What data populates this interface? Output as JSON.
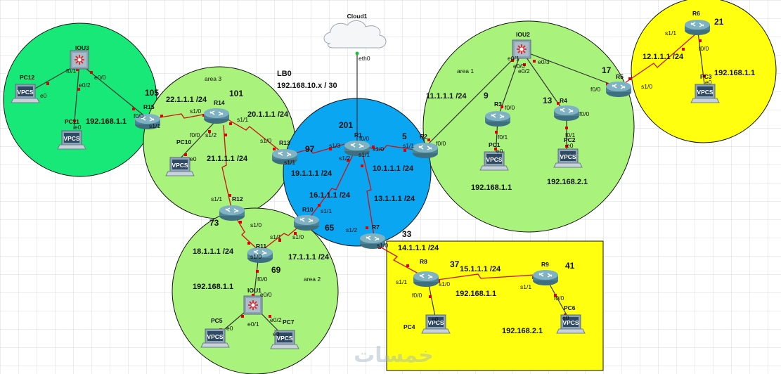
{
  "cloud": {
    "name": "Cloud1",
    "port": "eth0"
  },
  "lb0": {
    "title": "LB0",
    "subnet": "192.168.10.x / 30"
  },
  "areas": {
    "area1": "area 1",
    "area2": "area 2",
    "area3": "area 3"
  },
  "routers": {
    "R1": "R1",
    "R2": "R2",
    "R3": "R3",
    "R4": "R4",
    "R5": "R5",
    "R6": "R6",
    "R7": "R7",
    "R8": "R8",
    "R9": "R9",
    "R10": "R10",
    "R11": "R11",
    "R12": "R12",
    "R13": "R13",
    "R14": "R14",
    "R15": "R15"
  },
  "switches": {
    "IOU1": "IOU1",
    "IOU2": "IOU2",
    "IOU3": "IOU3"
  },
  "pcs": {
    "PC1": "PC1",
    "PC2": "PC2",
    "PC3": "PC3",
    "PC4": "PC4",
    "PC5": "PC5",
    "PC6": "PC6",
    "PC7": "PC7",
    "PC10": "PC10",
    "PC11": "PC11",
    "PC12": "PC12"
  },
  "vpcs_label": "VPCS",
  "subnets": {
    "n11": "11.1.1.1 /24",
    "n12": "12.1.1.1 /24",
    "n10": "10.1.1.1 /24",
    "n13": "13.1.1.1 /24",
    "n14": "14.1.1.1 /24",
    "n15": "15.1.1.1 /24",
    "n16": "16.1.1.1 /24",
    "n17": "17.1.1.1 /24",
    "n18": "18.1.1.1 /24",
    "n19": "19.1.1.1 /24",
    "n20": "20.1.1.1 /24",
    "n21": "21.1.1.1 /24",
    "n22": "22.1.1.1 /24"
  },
  "lans": {
    "iou3_lan": "192.168.1.1",
    "iou2_lan1": "192.168.1.1",
    "iou2_lan2": "192.168.2.1",
    "r6_lan": "192.168.1.1",
    "iou1_lan": "192.168.1.1",
    "r8_lan": "192.168.1.1",
    "r9_lan": "192.168.2.1"
  },
  "area_numbers": {
    "a105": "105",
    "a101": "101",
    "a201": "201",
    "a97": "97",
    "a5": "5",
    "a9": "9",
    "a13": "13",
    "a17": "17",
    "a21": "21",
    "a73": "73",
    "a65": "65",
    "a69": "69",
    "a33": "33",
    "a37": "37",
    "a41": "41"
  },
  "ports": {
    "iou3_f01": "f0/1",
    "iou3_e00": "e0/0",
    "iou3_e02": "e0/2",
    "pc12_e0": "e0",
    "pc11_e0": "e0",
    "r15_f00": "f0/0",
    "r15_s11": "s1/1",
    "r14_s10": "s1/0",
    "r14_s11": "s1/1",
    "r14_f00": "f0/0",
    "r14_s12": "s1/2",
    "pc10_e0": "e0",
    "r13_s10": "s1/0",
    "r13_s11": "s1/1",
    "r1_f00": "f0/0",
    "r1_s13": "s1/3",
    "r1_s12": "s1/2",
    "r1_s11": "s1/1",
    "r1_s10": "s1/0",
    "r2_s11": "s1/1",
    "r2_f00": "f0/0",
    "iou2_e01": "e0/1",
    "iou2_e00": "e0/0",
    "iou2_e02": "e0/2",
    "iou2_e03": "e0/3",
    "r3_f00": "f0/0",
    "r3_f01": "f0/1",
    "pc1_e0": "e0",
    "r4_f00": "f0/0",
    "r4_f01": "f0/1",
    "pc2_e0": "e0",
    "r5_f00": "f0/0",
    "r5_s10": "s1/0",
    "r6_s11": "s1/1",
    "r6_f00": "f0/0",
    "pc3_e0": "e0",
    "r12_s11": "s1/1",
    "r12_s10": "s1/0",
    "r10_s11": "s1/1",
    "r10_s10": "s1/0",
    "r11_s10": "s1/0",
    "r11_s11": "s1/1",
    "r11_f00": "f0/0",
    "iou1_e00": "e0/0",
    "iou1_e01": "e0/1",
    "iou1_e02": "e0/2",
    "pc5_e0": "e0",
    "pc7_e0": "e0",
    "r7_s12": "s1/2",
    "r7_s10": "s1/0",
    "r8_s11": "s1/1",
    "r8_s10": "s1/0",
    "r8_f00": "f0/0",
    "pc4_e0": "e0",
    "r9_s11": "s1/1",
    "r9_f00": "f0/0",
    "pc6_e0": "e0"
  },
  "colors": {
    "green_zone": "#17e877",
    "area_green": "#a9f27c",
    "backbone_blue": "#0aa6f2",
    "stub_yellow": "#ffff10",
    "serial_link": "#d01010",
    "ethernet_link": "#333333",
    "grid": "#d4d9e2"
  },
  "watermark": "خمسات"
}
